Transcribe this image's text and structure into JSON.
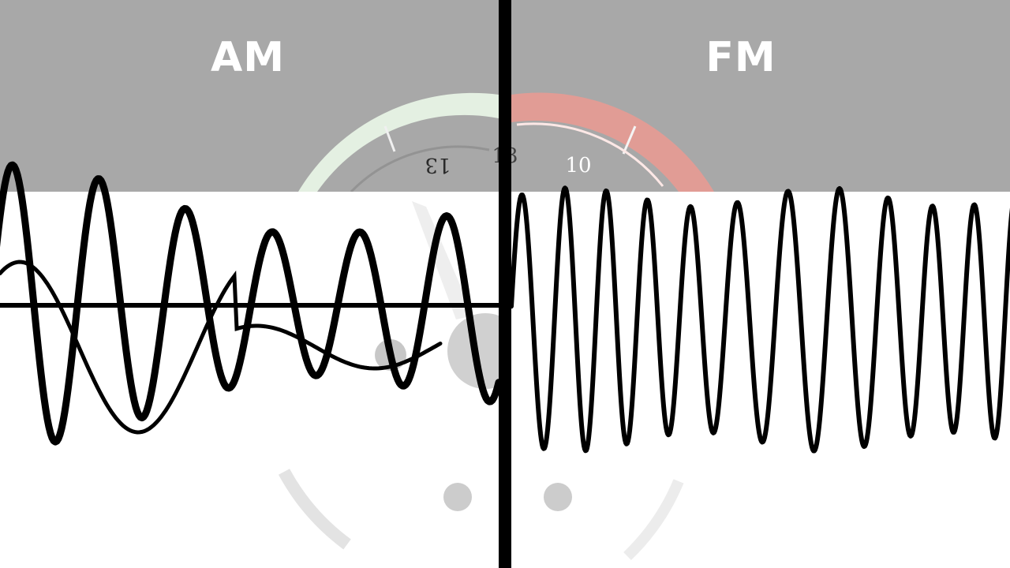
{
  "panels": {
    "left": {
      "title": "AM"
    },
    "right": {
      "title": "FM"
    }
  },
  "dial": {
    "labels": [
      "13",
      "13",
      "10"
    ]
  },
  "colors": {
    "header_band": "#a8a8a8",
    "divider": "#000000",
    "wave": "#000000",
    "title_text": "#ffffff",
    "dial_green": "#e4f0e2",
    "dial_red": "#eb9a92",
    "dial_gray": "#cfcfcf"
  }
}
